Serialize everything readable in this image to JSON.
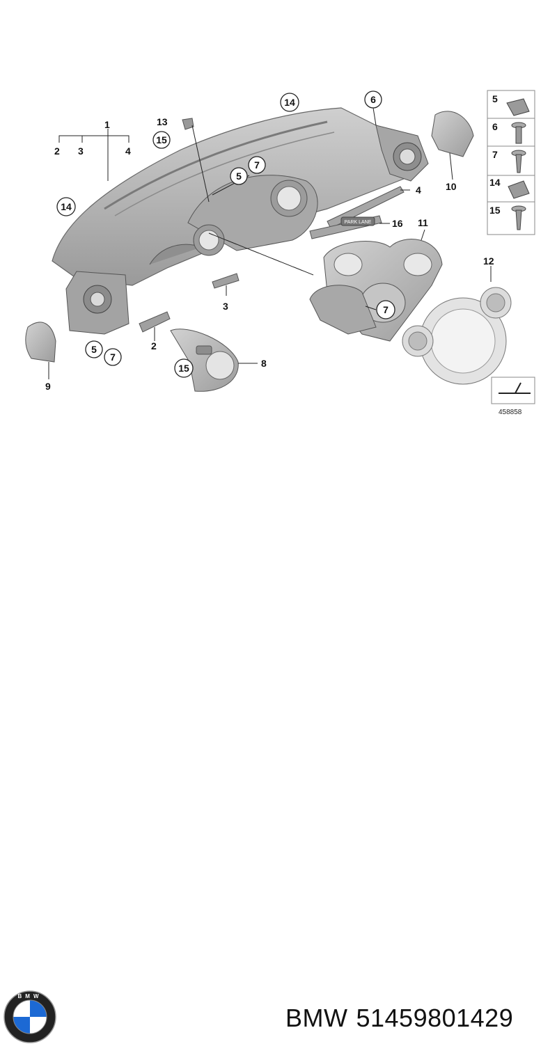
{
  "diagram": {
    "callouts": {
      "c1": "1",
      "c2": "2",
      "c3": "3",
      "c4": "4",
      "c2b": "2",
      "c3b": "3",
      "c4b": "4",
      "c5a": "5",
      "c5b": "5",
      "c6": "6",
      "c7a": "7",
      "c7b": "7",
      "c7c": "7",
      "c8": "8",
      "c9": "9",
      "c10": "10",
      "c11": "11",
      "c12": "12",
      "c13": "13",
      "c14a": "14",
      "c14b": "14",
      "c15a": "15",
      "c15b": "15",
      "c16": "16"
    },
    "legend": {
      "l5": "5",
      "l6": "6",
      "l7": "7",
      "l14": "14",
      "l15": "15"
    },
    "badge_text": "PARK LANE",
    "ref_number": "458858"
  },
  "footer": {
    "brand": "BMW",
    "part_number": "51459801429",
    "logo_letters": "BMW"
  },
  "colors": {
    "part_fill": "#b9b9b9",
    "part_shadow": "#8d8d8d",
    "outline": "#555555",
    "bmw_blue": "#1c69d4"
  }
}
